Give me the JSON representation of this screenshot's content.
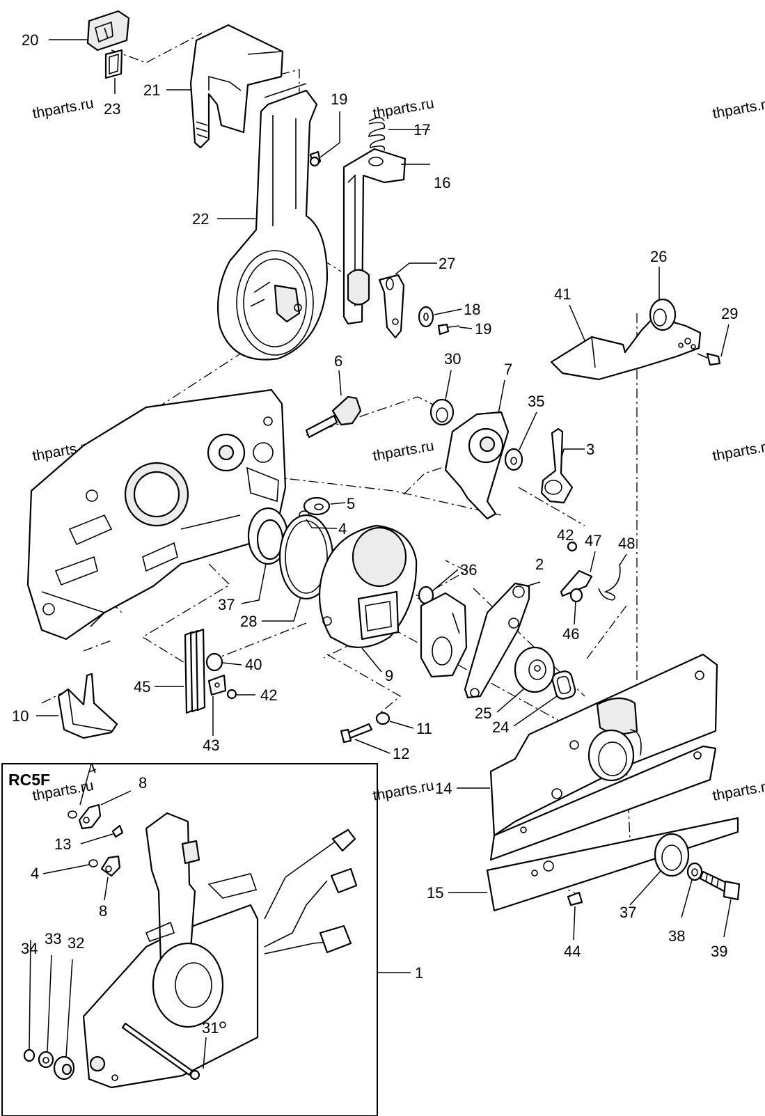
{
  "watermark": "thparts.ru",
  "inset_title": "RC5F",
  "callouts": {
    "c1": "1",
    "c2": "2",
    "c3": "3",
    "c4a": "4",
    "c4b": "4",
    "c4c": "4",
    "c5": "5",
    "c6": "6",
    "c7": "7",
    "c8a": "8",
    "c8b": "8",
    "c9": "9",
    "c10": "10",
    "c11": "11",
    "c12": "12",
    "c13": "13",
    "c14": "14",
    "c15": "15",
    "c16": "16",
    "c17": "17",
    "c18": "18",
    "c19a": "19",
    "c19b": "19",
    "c20": "20",
    "c21": "21",
    "c22": "22",
    "c23": "23",
    "c24": "24",
    "c25": "25",
    "c26": "26",
    "c27": "27",
    "c28": "28",
    "c29": "29",
    "c30": "30",
    "c31": "31",
    "c32": "32",
    "c33": "33",
    "c34": "34",
    "c35": "35",
    "c36": "36",
    "c37a": "37",
    "c37b": "37",
    "c38": "38",
    "c39": "39",
    "c40": "40",
    "c41": "41",
    "c42a": "42",
    "c42b": "42",
    "c43": "43",
    "c44": "44",
    "c45": "45",
    "c46": "46",
    "c47": "47",
    "c48": "48"
  }
}
